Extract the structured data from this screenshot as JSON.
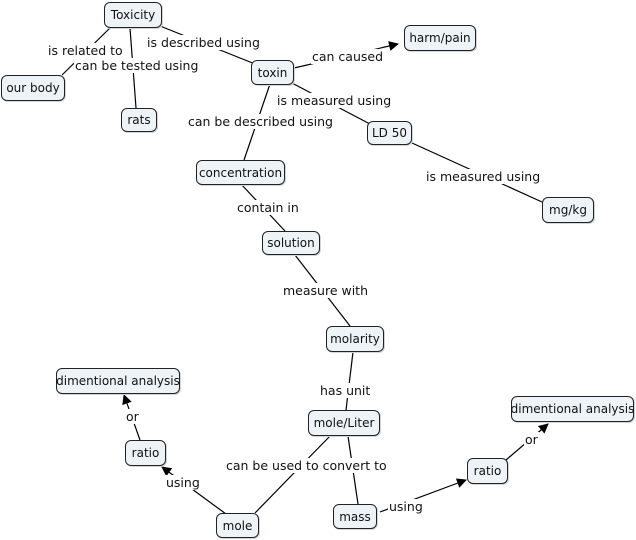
{
  "concepts": {
    "toxicity": "Toxicity",
    "our_body": "our body",
    "rats": "rats",
    "toxin": "toxin",
    "harm_pain": "harm/pain",
    "ld50": "LD 50",
    "mg_kg": "mg/kg",
    "concentration": "concentration",
    "solution": "solution",
    "molarity": "molarity",
    "mole_liter": "mole/Liter",
    "dimentional_analysis_left": "dimentional analysis",
    "ratio_left": "ratio",
    "mole": "mole",
    "mass": "mass",
    "ratio_right": "ratio",
    "dimentional_analysis_right": "dimentional analysis"
  },
  "links": {
    "is_related_to": "is related to",
    "can_be_tested_using": "can be tested using",
    "is_described_using": "is described using",
    "can_caused": "can caused",
    "is_measured_using_1": "is measured using",
    "is_measured_using_2": "is measured using",
    "can_be_described_using": "can be described using",
    "contain_in": "contain in",
    "measure_with": "measure with",
    "has_unit": "has unit",
    "can_be_used_to_convert_to": "can be used to convert to",
    "using_left": "using",
    "or_left": "or",
    "using_right": "using",
    "or_right": "or"
  }
}
